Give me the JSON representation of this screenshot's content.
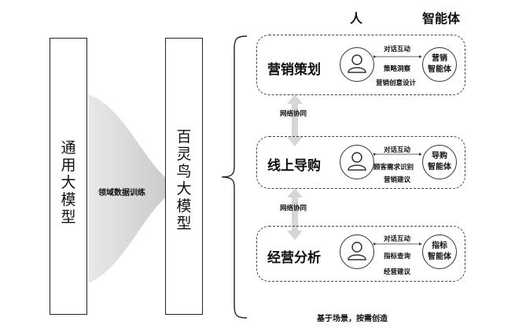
{
  "header": {
    "person": "人",
    "agent": "智能体"
  },
  "general_model": {
    "label": "通用大模型"
  },
  "training": {
    "label": "领域数据训练"
  },
  "bailing_model": {
    "label": "百灵鸟大模型"
  },
  "scenes": [
    {
      "title": "营销策划",
      "agent": [
        "营销",
        "智能体"
      ],
      "links": [
        "对话互动",
        "策略洞察",
        "营销创意设计"
      ]
    },
    {
      "title": "线上导购",
      "agent": [
        "导购",
        "智能体"
      ],
      "links": [
        "对话互动",
        "顾客需求识别",
        "营销建议"
      ]
    },
    {
      "title": "经营分析",
      "agent": [
        "指标",
        "智能体"
      ],
      "links": [
        "对话互动",
        "指标查询",
        "经营建议"
      ]
    }
  ],
  "collaboration": [
    "网络协同",
    "网络协同"
  ],
  "footer": {
    "label": "基于场景，按需创造"
  }
}
